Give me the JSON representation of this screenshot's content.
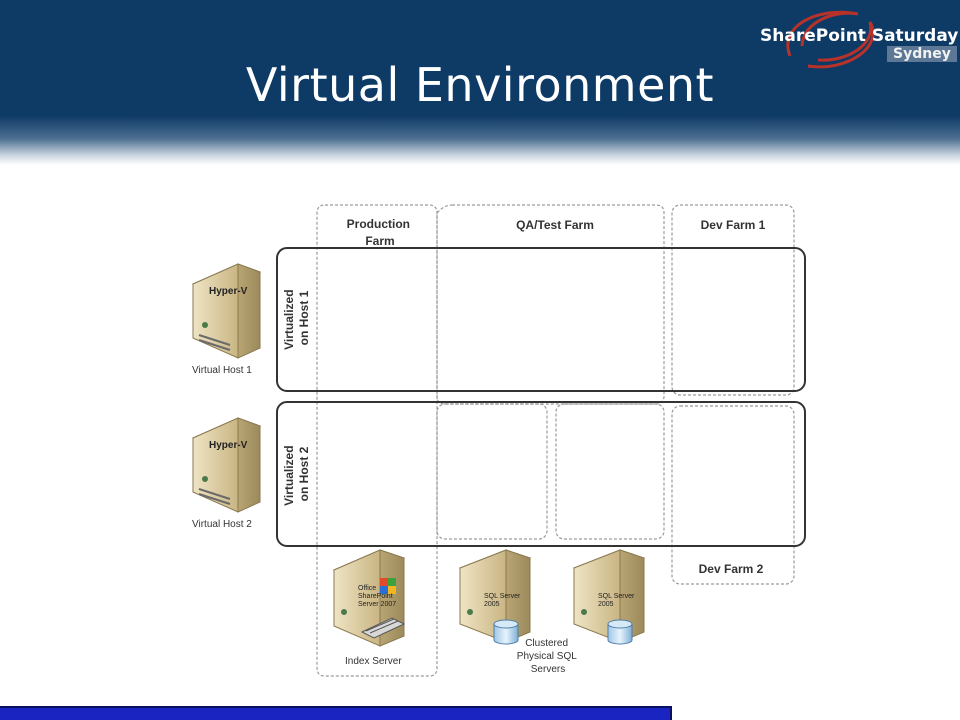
{
  "slide": {
    "title": "Virtual Environment",
    "logo_main": "SharePoint Saturday",
    "logo_sub": "Sydney"
  },
  "diagram": {
    "farms": {
      "production": [
        "Production",
        "Farm"
      ],
      "qa": "QA/Test Farm",
      "dev1": "Dev Farm 1",
      "dev2": "Dev Farm 2"
    },
    "rows": {
      "host1": [
        "Virtualized",
        "on Host 1"
      ],
      "host2": [
        "Virtualized",
        "on Host 2"
      ]
    },
    "hosts": [
      {
        "badge": "Hyper-V",
        "caption": "Virtual Host 1"
      },
      {
        "badge": "Hyper-V",
        "caption": "Virtual Host 2"
      }
    ],
    "index_server": {
      "caption": "Index Server",
      "label_lines": [
        "Office",
        "SharePoint",
        "Server 2007"
      ]
    },
    "sql_servers": {
      "caption": [
        "Clustered",
        "Physical SQL",
        "Servers"
      ],
      "label_lines": [
        "SQL Server",
        "2005"
      ]
    }
  },
  "colors": {
    "header_bg": "#0e3a66",
    "footer_bar": "#1a24c0",
    "server_body": "#d8c79a"
  }
}
